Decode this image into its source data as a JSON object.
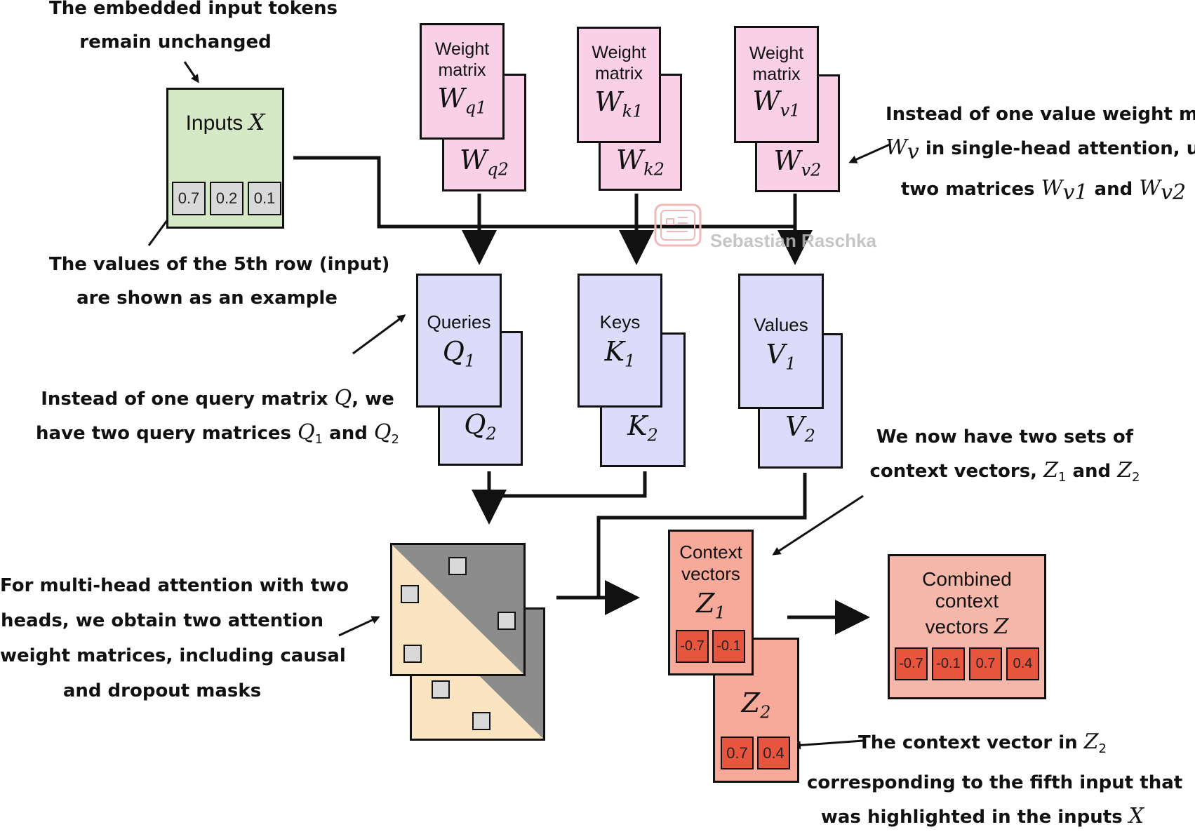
{
  "annotations": {
    "embedded_line1": "The embedded input tokens",
    "embedded_line2": "remain unchanged",
    "fifth_row_line1": "The values of the 5th row (input)",
    "fifth_row_line2": "are shown as an example",
    "value_weight_line1": "Instead of one value weight matrix",
    "value_weight_line2_post": " in single-head attention, use",
    "value_weight_line3_pre": "two matrices ",
    "value_weight_line3_mid": " and ",
    "query_line1_pre": "Instead of one query matrix ",
    "query_line1_post": ", we",
    "query_line2_pre": "have two query matrices ",
    "query_line2_mid": " and ",
    "context_sets_line1": "We now have two sets of",
    "context_sets_line2_pre": "context vectors, ",
    "context_sets_line2_mid": " and ",
    "multihead_line1": "For multi-head attention with two",
    "multihead_line2": "heads, we obtain two attention",
    "multihead_line3": "weight matrices, including causal",
    "multihead_line4": "and dropout masks",
    "context_z2_line1_pre": "The context vector in ",
    "context_z2_line2": "corresponding to the fifth input that",
    "context_z2_line3_pre": "was highlighted in the inputs "
  },
  "inputs": {
    "label": "Inputs",
    "symbol": "X",
    "values": [
      "0.7",
      "0.2",
      "0.1"
    ]
  },
  "weights": {
    "label_line1": "Weight",
    "label_line2": "matrix",
    "q_base": "W",
    "q1_sub": "q1",
    "q2_sub": "q2",
    "k_base": "W",
    "k1_sub": "k1",
    "k2_sub": "k2",
    "v_base": "W",
    "v1_sub": "v1",
    "v2_sub": "v2",
    "v_sub": "v"
  },
  "qkv": {
    "queries_label": "Queries",
    "keys_label": "Keys",
    "values_label": "Values",
    "q_base": "Q",
    "k_base": "K",
    "v_base": "V",
    "sub1": "1",
    "sub2": "2"
  },
  "context": {
    "label_line1": "Context",
    "label_line2": "vectors",
    "z_base": "Z",
    "sub1": "1",
    "sub2": "2",
    "z1_values": [
      "-0.7",
      "-0.1"
    ],
    "z2_values": [
      "0.7",
      "0.4"
    ]
  },
  "combined": {
    "line1": "Combined",
    "line2": "context",
    "line3": "vectors",
    "symbol": "Z",
    "values": [
      "-0.7",
      "-0.1",
      "0.7",
      "0.4"
    ]
  },
  "watermark": "Sebastian Raschka",
  "colors": {
    "inputs": "#d6e9c6",
    "weights": "#f9d0e6",
    "qkv": "#dcdcfa",
    "context": "#f7a99a",
    "combined": "#f6b7ab",
    "attention_light": "#fbe4c2",
    "attention_dark": "#8c8c8c",
    "value_cell": "#e8553f"
  }
}
